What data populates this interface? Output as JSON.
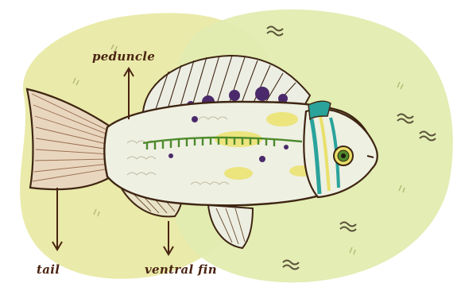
{
  "diagram": {
    "subject": "fish",
    "labels": {
      "peduncle": "peduncle",
      "tail": "tail",
      "ventral_fin": "ventral fin"
    },
    "colors": {
      "backdrop_left": "#ecebb0",
      "backdrop_right": "#e3edb2",
      "outline": "#3e2512",
      "teal": "#2aa39b",
      "purple": "#4b2a6b",
      "green": "#5a8a2e",
      "yellow": "#e9e06a",
      "skin": "#eef0e2"
    }
  }
}
